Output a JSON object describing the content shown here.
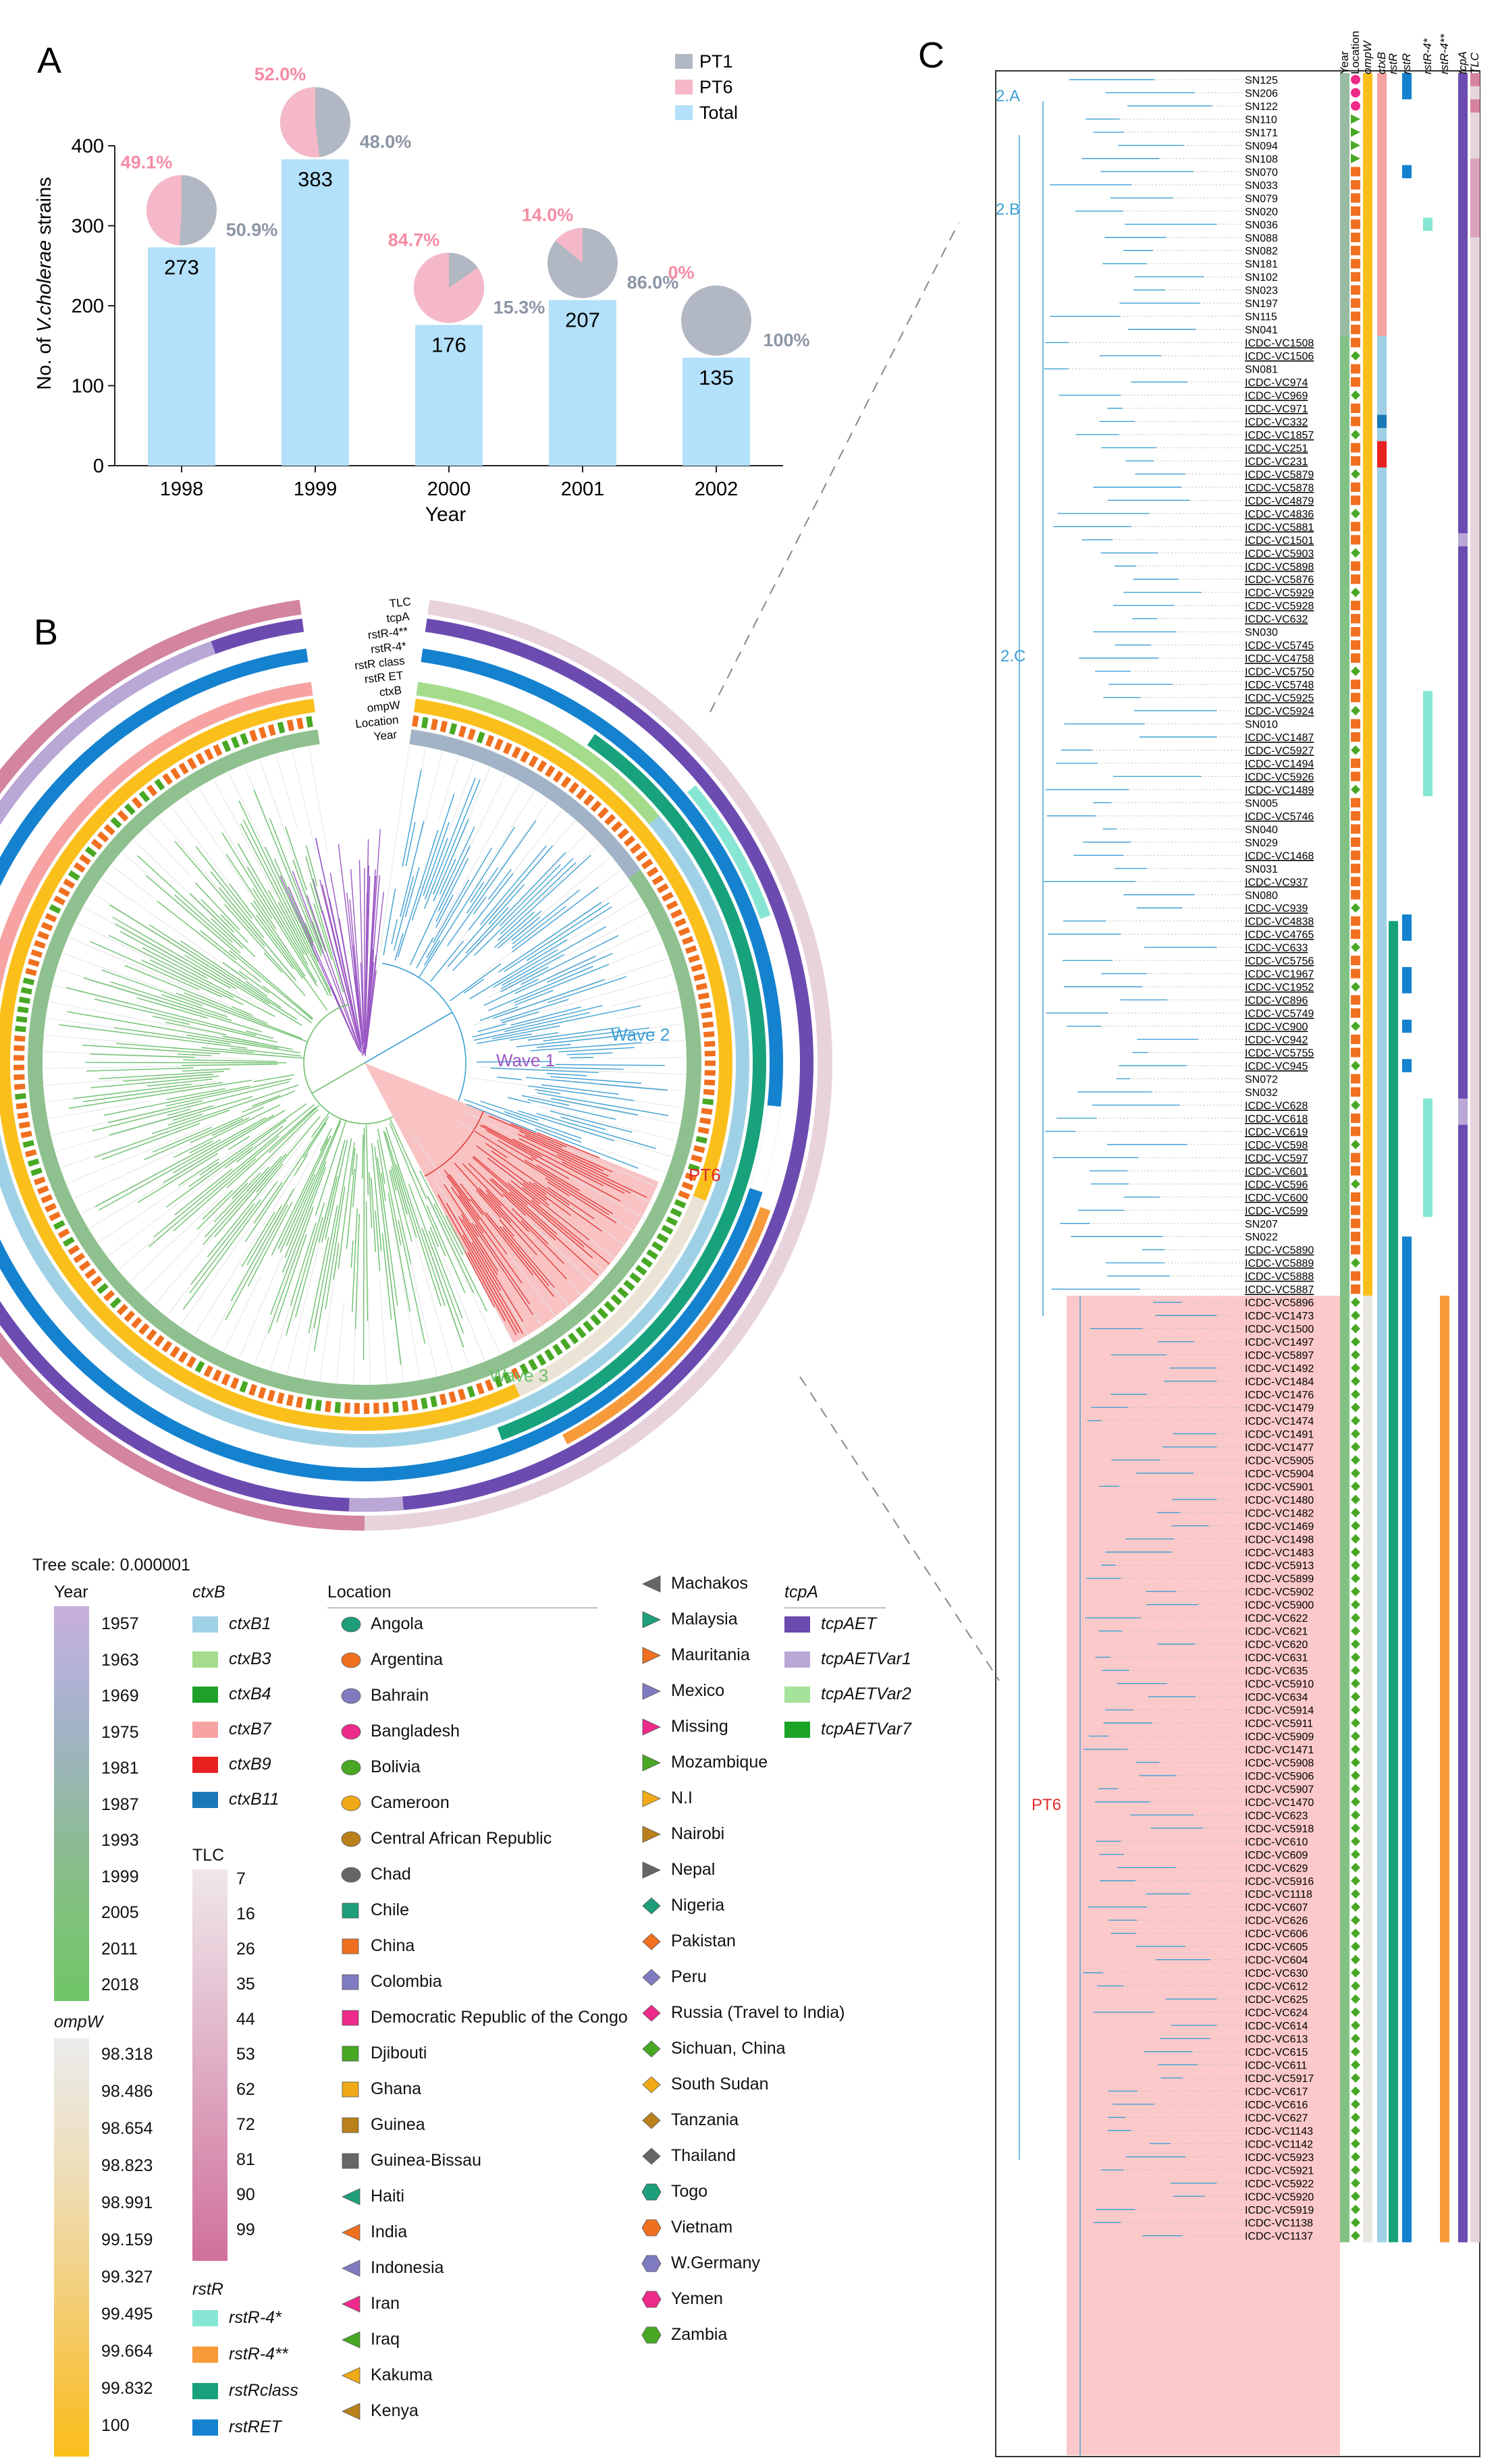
{
  "panel_labels": {
    "a": "A",
    "b": "B",
    "c": "C"
  },
  "chart_data": [
    {
      "type": "bar",
      "panel": "A",
      "xlabel": "Year",
      "ylabel_prefix": "No. of ",
      "ylabel_species": "V.cholerae",
      "ylabel_suffix": " strains",
      "ylim": [
        0,
        400
      ],
      "yticks": [
        0,
        100,
        200,
        300,
        400
      ],
      "categories": [
        "1998",
        "1999",
        "2000",
        "2001",
        "2002"
      ],
      "series": [
        {
          "name": "Total",
          "values": [
            273,
            383,
            176,
            207,
            135
          ],
          "color": "#b3e0fa"
        }
      ],
      "pies": [
        {
          "pt6": "49.1%",
          "pt1": "50.9%",
          "pt6_frac": 0.491
        },
        {
          "pt6": "52.0%",
          "pt1": "48.0%",
          "pt6_frac": 0.52
        },
        {
          "pt6": "84.7%",
          "pt1": "15.3%",
          "pt6_frac": 0.847
        },
        {
          "pt6": "14.0%",
          "pt1": "86.0%",
          "pt6_frac": 0.14
        },
        {
          "pt6": "0%",
          "pt1": "100%",
          "pt6_frac": 0.0
        }
      ],
      "legend": [
        {
          "name": "PT1",
          "color": "#b1b8c3"
        },
        {
          "name": "PT6",
          "color": "#f5b8c8"
        },
        {
          "name": "Total",
          "color": "#b3e0fa"
        }
      ],
      "colors": {
        "pt1": "#b1b8c3",
        "pt6": "#f5b8c8",
        "pt6_text": "#f58ca4",
        "pt1_text": "#8c96a6"
      }
    },
    {
      "type": "phylogenetic-tree-circular",
      "panel": "B",
      "ring_labels": [
        "TLC",
        "tcpA",
        "rstR-4**",
        "rstR-4*",
        "rstR class",
        "rstR ET",
        "ctxB",
        "ompW",
        "Location",
        "Year"
      ],
      "clades": [
        {
          "name": "Wave 1",
          "color": "#9b59c4"
        },
        {
          "name": "Wave 2",
          "color": "#3d9fd4"
        },
        {
          "name": "Wave 3",
          "color": "#6cbf6c"
        },
        {
          "name": "PT6",
          "color": "#e32a2a"
        }
      ],
      "tree_scale": "Tree scale: 0.000001"
    },
    {
      "type": "phylogenetic-tree-rectangular",
      "panel": "C",
      "column_headers": [
        "Year",
        "Location",
        "ompW",
        "ctxB",
        "rstR",
        "rstR",
        "rstR-4*",
        "rstR-4**",
        "tcpA",
        "TLC"
      ],
      "clade_labels": [
        "2.A",
        "2.B",
        "2.C",
        "PT6"
      ],
      "taxa_blue": [
        "SN125",
        "SN206",
        "SN122",
        "SN110",
        "SN171",
        "SN094",
        "SN108",
        "SN070",
        "SN033",
        "SN079",
        "SN020",
        "SN036",
        "SN088",
        "SN082",
        "SN181",
        "SN102",
        "SN023",
        "SN197",
        "SN115",
        "SN041",
        "ICDC-VC1508",
        "ICDC-VC1506",
        "SN081",
        "ICDC-VC974",
        "ICDC-VC969",
        "ICDC-VC971",
        "ICDC-VC332",
        "ICDC-VC1857",
        "ICDC-VC251",
        "ICDC-VC231",
        "ICDC-VC5879",
        "ICDC-VC5878",
        "ICDC-VC4879",
        "ICDC-VC4836",
        "ICDC-VC5881",
        "ICDC-VC1501",
        "ICDC-VC5903",
        "ICDC-VC5898",
        "ICDC-VC5876",
        "ICDC-VC5929",
        "ICDC-VC5928",
        "ICDC-VC632",
        "SN030",
        "ICDC-VC5745",
        "ICDC-VC4758",
        "ICDC-VC5750",
        "ICDC-VC5748",
        "ICDC-VC5925",
        "ICDC-VC5924",
        "SN010",
        "ICDC-VC1487",
        "ICDC-VC5927",
        "ICDC-VC1494",
        "ICDC-VC5926",
        "ICDC-VC1489",
        "SN005",
        "ICDC-VC5746",
        "SN040",
        "SN029",
        "ICDC-VC1468",
        "SN031",
        "ICDC-VC937",
        "SN080",
        "ICDC-VC939",
        "ICDC-VC4838",
        "ICDC-VC4765",
        "ICDC-VC633",
        "ICDC-VC5756",
        "ICDC-VC1967",
        "ICDC-VC1952",
        "ICDC-VC896",
        "ICDC-VC5749",
        "ICDC-VC900",
        "ICDC-VC942",
        "ICDC-VC5755",
        "ICDC-VC945",
        "SN072",
        "SN032",
        "ICDC-VC628",
        "ICDC-VC618",
        "ICDC-VC619",
        "ICDC-VC598",
        "ICDC-VC597",
        "ICDC-VC601",
        "ICDC-VC596",
        "ICDC-VC600",
        "ICDC-VC599",
        "SN207",
        "SN022",
        "ICDC-VC5890",
        "ICDC-VC5889",
        "ICDC-VC5888",
        "ICDC-VC5887"
      ],
      "taxa_pt6": [
        "ICDC-VC5896",
        "ICDC-VC1473",
        "ICDC-VC1500",
        "ICDC-VC1497",
        "ICDC-VC5897",
        "ICDC-VC1492",
        "ICDC-VC1484",
        "ICDC-VC1476",
        "ICDC-VC1479",
        "ICDC-VC1474",
        "ICDC-VC1491",
        "ICDC-VC1477",
        "ICDC-VC5905",
        "ICDC-VC5904",
        "ICDC-VC5901",
        "ICDC-VC1480",
        "ICDC-VC1482",
        "ICDC-VC1469",
        "ICDC-VC1498",
        "ICDC-VC1483",
        "ICDC-VC5913",
        "ICDC-VC5899",
        "ICDC-VC5902",
        "ICDC-VC5900",
        "ICDC-VC622",
        "ICDC-VC621",
        "ICDC-VC620",
        "ICDC-VC631",
        "ICDC-VC635",
        "ICDC-VC5910",
        "ICDC-VC634",
        "ICDC-VC5914",
        "ICDC-VC5911",
        "ICDC-VC5909",
        "ICDC-VC1471",
        "ICDC-VC5908",
        "ICDC-VC5906",
        "ICDC-VC5907",
        "ICDC-VC1470",
        "ICDC-VC623",
        "ICDC-VC5918",
        "ICDC-VC610",
        "ICDC-VC609",
        "ICDC-VC629",
        "ICDC-VC5916",
        "ICDC-VC1118",
        "ICDC-VC607",
        "ICDC-VC626",
        "ICDC-VC606",
        "ICDC-VC605",
        "ICDC-VC604",
        "ICDC-VC630",
        "ICDC-VC612",
        "ICDC-VC625",
        "ICDC-VC624",
        "ICDC-VC614",
        "ICDC-VC613",
        "ICDC-VC615",
        "ICDC-VC611",
        "ICDC-VC5917",
        "ICDC-VC617",
        "ICDC-VC616",
        "ICDC-VC627",
        "ICDC-VC1143",
        "ICDC-VC1142",
        "ICDC-VC5923",
        "ICDC-VC5921",
        "ICDC-VC5922",
        "ICDC-VC5920",
        "ICDC-VC5919",
        "ICDC-VC1138",
        "ICDC-VC1137"
      ]
    }
  ],
  "legends": {
    "tree_scale": "Tree scale: 0.000001",
    "year": {
      "title": "Year",
      "items": [
        "1957",
        "1963",
        "1969",
        "1975",
        "1981",
        "1987",
        "1993",
        "1999",
        "2005",
        "2011",
        "2018"
      ],
      "colors": [
        "#c7b0dc",
        "#bbb1d9",
        "#aeb2d2",
        "#a3b3c7",
        "#9cb5b8",
        "#94b8a6",
        "#8dbb95",
        "#85bf85",
        "#7ec27a",
        "#77c470",
        "#6fc566"
      ]
    },
    "ompw": {
      "title": "ompW",
      "items": [
        "98.318",
        "98.486",
        "98.654",
        "98.823",
        "98.991",
        "99.159",
        "99.327",
        "99.495",
        "99.664",
        "99.832",
        "100"
      ],
      "colors": [
        "#ebebeb",
        "#ece7dc",
        "#ede3cc",
        "#eedfbb",
        "#efdaa8",
        "#f1d593",
        "#f2d07d",
        "#f4ca64",
        "#f6c54b",
        "#f8c032",
        "#fbbf1b"
      ]
    },
    "ctxb": {
      "title": "ctxB",
      "items": [
        "ctxB1",
        "ctxB3",
        "ctxB4",
        "ctxB7",
        "ctxB9",
        "ctxB11"
      ],
      "colors": [
        "#9fd1e6",
        "#a4dc8c",
        "#1fa02a",
        "#f7a3a3",
        "#e82020",
        "#1a78b8"
      ]
    },
    "tlc": {
      "title": "TLC",
      "items": [
        "7",
        "16",
        "26",
        "35",
        "44",
        "53",
        "62",
        "72",
        "81",
        "90",
        "99"
      ],
      "colors": [
        "#efe6ea",
        "#ecdce3",
        "#e9d1dc",
        "#e5c5d4",
        "#e2b9cc",
        "#dfadc4",
        "#dca1bc",
        "#d995b3",
        "#d689ab",
        "#d37da3",
        "#d0719b"
      ]
    },
    "rstr": {
      "title": "rstR",
      "items": [
        "rstR-4*",
        "rstR-4**",
        "rstRclass",
        "rstRET"
      ],
      "colors": [
        "#86e6d3",
        "#f79a3a",
        "#17a27c",
        "#1482cf"
      ]
    },
    "tcpa": {
      "title": "tcpA",
      "items": [
        "tcpAET",
        "tcpAETVar1",
        "tcpAETVar2",
        "tcpAETVar7"
      ],
      "colors": [
        "#6b4bb0",
        "#b9a7d6",
        "#a6e39a",
        "#1ba327"
      ]
    },
    "location": {
      "title": "Location",
      "col1": [
        {
          "name": "Angola",
          "shape": "ellipse",
          "color": "#1e9e7a"
        },
        {
          "name": "Argentina",
          "shape": "ellipse",
          "color": "#f07020"
        },
        {
          "name": "Bahrain",
          "shape": "ellipse",
          "color": "#7f7bc1"
        },
        {
          "name": "Bangladesh",
          "shape": "ellipse",
          "color": "#ee2a8a"
        },
        {
          "name": "Bolivia",
          "shape": "ellipse",
          "color": "#48a824"
        },
        {
          "name": "Cameroon",
          "shape": "ellipse",
          "color": "#f0aa18"
        },
        {
          "name": "Central African Republic",
          "shape": "ellipse",
          "color": "#b9801c"
        },
        {
          "name": "Chad",
          "shape": "ellipse",
          "color": "#666666"
        },
        {
          "name": "Chile",
          "shape": "square",
          "color": "#1e9e7a"
        },
        {
          "name": "China",
          "shape": "square",
          "color": "#f07020"
        },
        {
          "name": "Colombia",
          "shape": "square",
          "color": "#7f7bc1"
        },
        {
          "name": "Democratic Republic of the Congo",
          "shape": "square",
          "color": "#ee2a8a"
        },
        {
          "name": "Djibouti",
          "shape": "square",
          "color": "#48a824"
        },
        {
          "name": "Ghana",
          "shape": "square",
          "color": "#f0aa18"
        },
        {
          "name": "Guinea",
          "shape": "square",
          "color": "#b9801c"
        },
        {
          "name": "Guinea-Bissau",
          "shape": "square",
          "color": "#666666"
        },
        {
          "name": "Haiti",
          "shape": "tri-left",
          "color": "#1e9e7a"
        },
        {
          "name": "India",
          "shape": "tri-left",
          "color": "#f07020"
        },
        {
          "name": "Indonesia",
          "shape": "tri-left",
          "color": "#7f7bc1"
        },
        {
          "name": "Iran",
          "shape": "tri-left",
          "color": "#ee2a8a"
        },
        {
          "name": "Iraq",
          "shape": "tri-left",
          "color": "#48a824"
        },
        {
          "name": "Kakuma",
          "shape": "tri-left",
          "color": "#f0aa18"
        },
        {
          "name": "Kenya",
          "shape": "tri-left",
          "color": "#b9801c"
        }
      ],
      "col2": [
        {
          "name": "Machakos",
          "shape": "tri-left",
          "color": "#666666"
        },
        {
          "name": "Malaysia",
          "shape": "tri-right",
          "color": "#1e9e7a"
        },
        {
          "name": "Mauritania",
          "shape": "tri-right",
          "color": "#f07020"
        },
        {
          "name": "Mexico",
          "shape": "tri-right",
          "color": "#7f7bc1"
        },
        {
          "name": "Missing",
          "shape": "tri-right",
          "color": "#ee2a8a"
        },
        {
          "name": "Mozambique",
          "shape": "tri-right",
          "color": "#48a824"
        },
        {
          "name": "N.I",
          "shape": "tri-right",
          "color": "#f0aa18"
        },
        {
          "name": "Nairobi",
          "shape": "tri-right",
          "color": "#b9801c"
        },
        {
          "name": "Nepal",
          "shape": "tri-right",
          "color": "#666666"
        },
        {
          "name": "Nigeria",
          "shape": "diamond",
          "color": "#1e9e7a"
        },
        {
          "name": "Pakistan",
          "shape": "diamond",
          "color": "#f07020"
        },
        {
          "name": "Peru",
          "shape": "diamond",
          "color": "#7f7bc1"
        },
        {
          "name": "Russia (Travel to India)",
          "shape": "diamond",
          "color": "#ee2a8a"
        },
        {
          "name": "Sichuan, China",
          "shape": "diamond",
          "color": "#48a824"
        },
        {
          "name": "South Sudan",
          "shape": "diamond",
          "color": "#f0aa18"
        },
        {
          "name": "Tanzania",
          "shape": "diamond",
          "color": "#b9801c"
        },
        {
          "name": "Thailand",
          "shape": "diamond",
          "color": "#666666"
        },
        {
          "name": "Togo",
          "shape": "hexagon",
          "color": "#1e9e7a"
        },
        {
          "name": "Vietnam",
          "shape": "hexagon",
          "color": "#f07020"
        },
        {
          "name": "W.Germany",
          "shape": "hexagon",
          "color": "#7f7bc1"
        },
        {
          "name": "Yemen",
          "shape": "hexagon",
          "color": "#ee2a8a"
        },
        {
          "name": "Zambia",
          "shape": "hexagon",
          "color": "#48a824"
        }
      ]
    }
  }
}
